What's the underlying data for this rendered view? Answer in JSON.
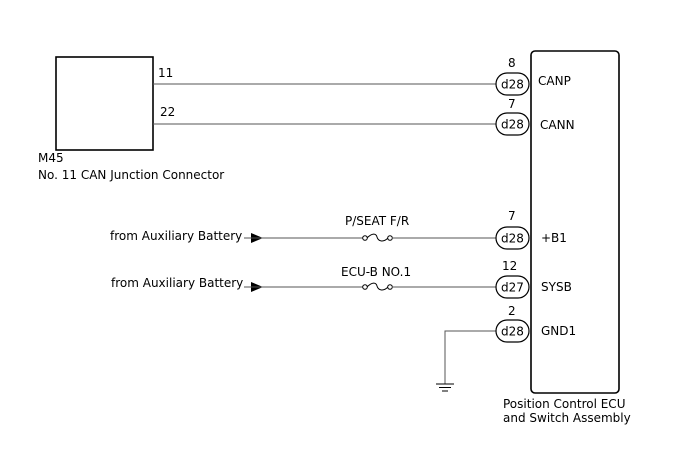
{
  "junction": {
    "id": "M45",
    "name": "No. 11 CAN Junction Connector",
    "pins": [
      "11",
      "22"
    ]
  },
  "ecu": {
    "name_line1": "Position Control ECU",
    "name_line2": "and Switch Assembly"
  },
  "terminals": [
    {
      "pin": "8",
      "connector": "d28",
      "signal": "CANP"
    },
    {
      "pin": "7",
      "connector": "d28",
      "signal": "CANN"
    },
    {
      "pin": "7",
      "connector": "d28",
      "signal": "+B1"
    },
    {
      "pin": "12",
      "connector": "d27",
      "signal": "SYSB"
    },
    {
      "pin": "2",
      "connector": "d28",
      "signal": "GND1"
    }
  ],
  "sources": [
    {
      "label": "from Auxiliary Battery",
      "fuse": "P/SEAT F/R"
    },
    {
      "label": "from Auxiliary Battery",
      "fuse": "ECU-B NO.1"
    }
  ]
}
